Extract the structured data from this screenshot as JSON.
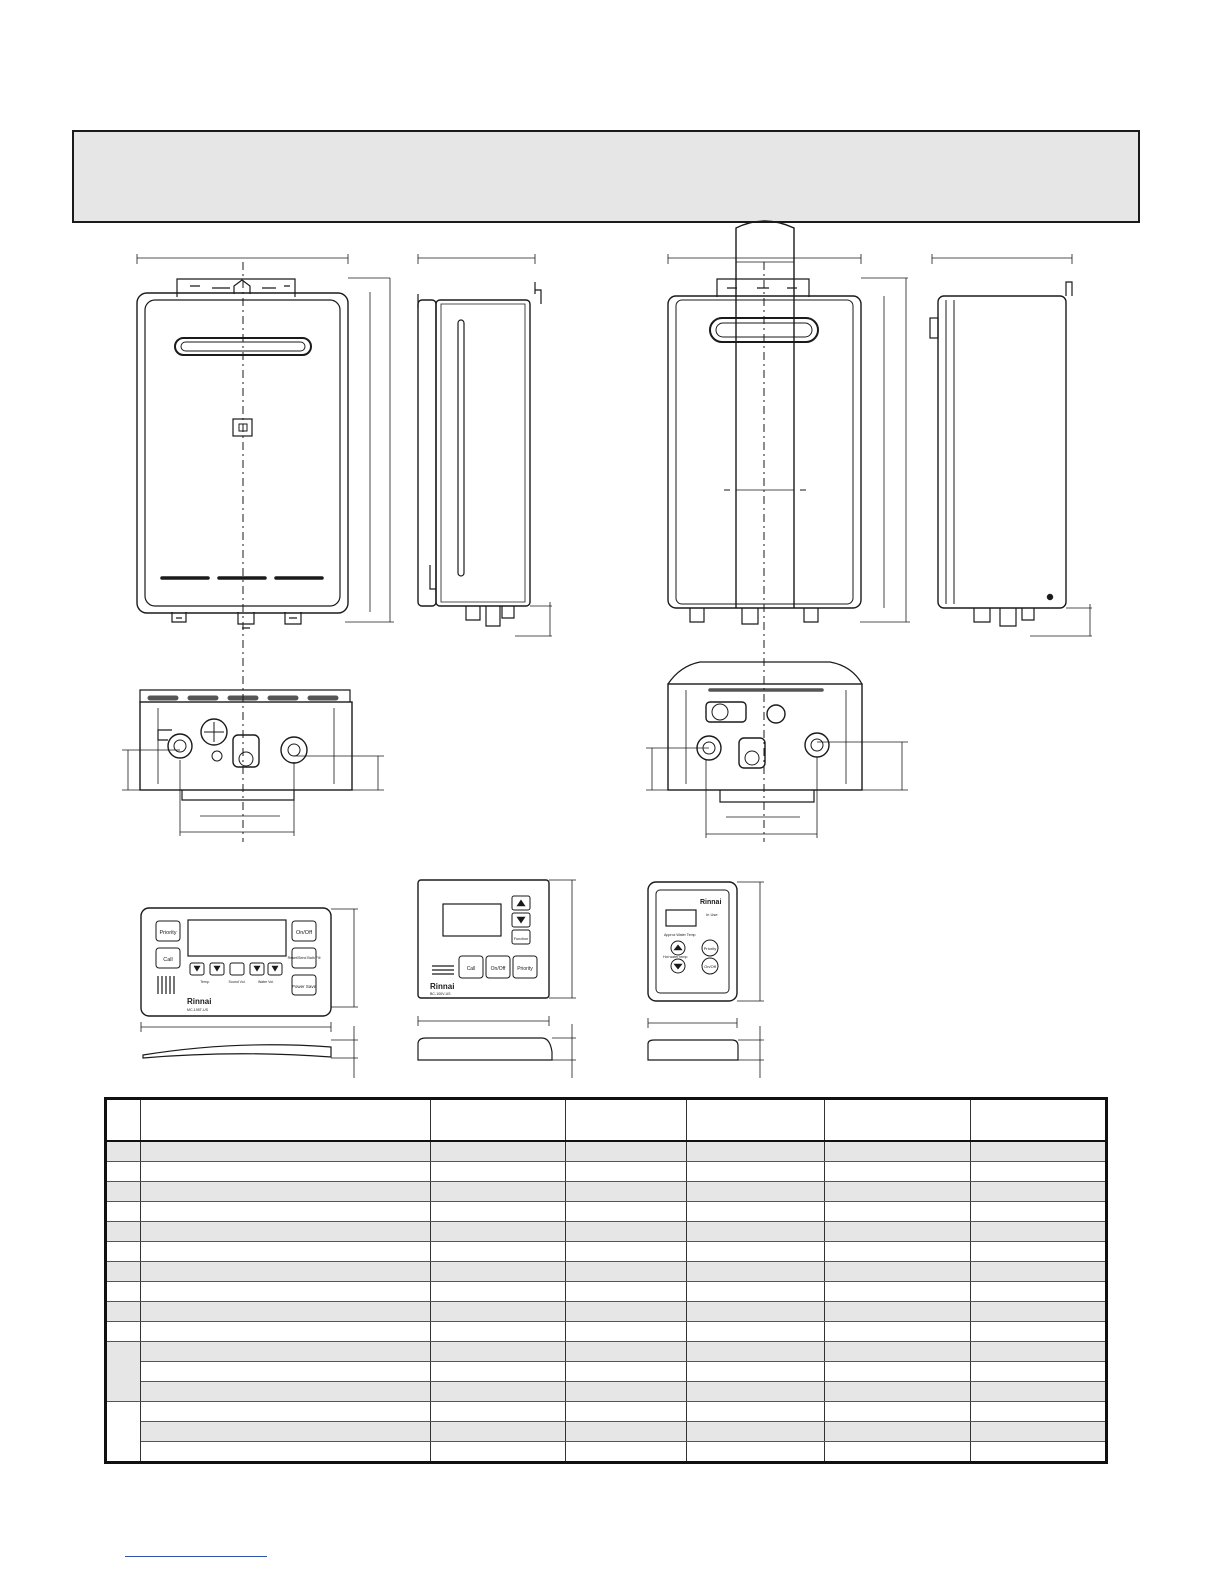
{
  "brand": {
    "logo_text": "Rinnai"
  },
  "controllers": {
    "mc195": {
      "model_text": "MC-195T-US",
      "buttons": {
        "priority": "Priority",
        "call": "Call",
        "on_off": "On/Off",
        "reset_bath": "Reset/Send Bath Fill",
        "power_save": "Power Save"
      },
      "small_labels": {
        "temp": "Temp.",
        "sound_vol": "Sound Vol.",
        "water_vol": "Water Vol."
      }
    },
    "bc100": {
      "model_text": "BC-100V-US",
      "buttons": {
        "function": "Function",
        "call": "Call",
        "on_off": "On/Off",
        "priority": "Priority"
      }
    },
    "mc100": {
      "screen_caption": "Approx Water Temp",
      "in_use_label": "In Use",
      "adjust_label": "Hot water temp.",
      "buttons": {
        "priority": "Priority",
        "on_off": "On/Off"
      }
    }
  },
  "table": {
    "column_count": 7,
    "row_count": 16
  }
}
